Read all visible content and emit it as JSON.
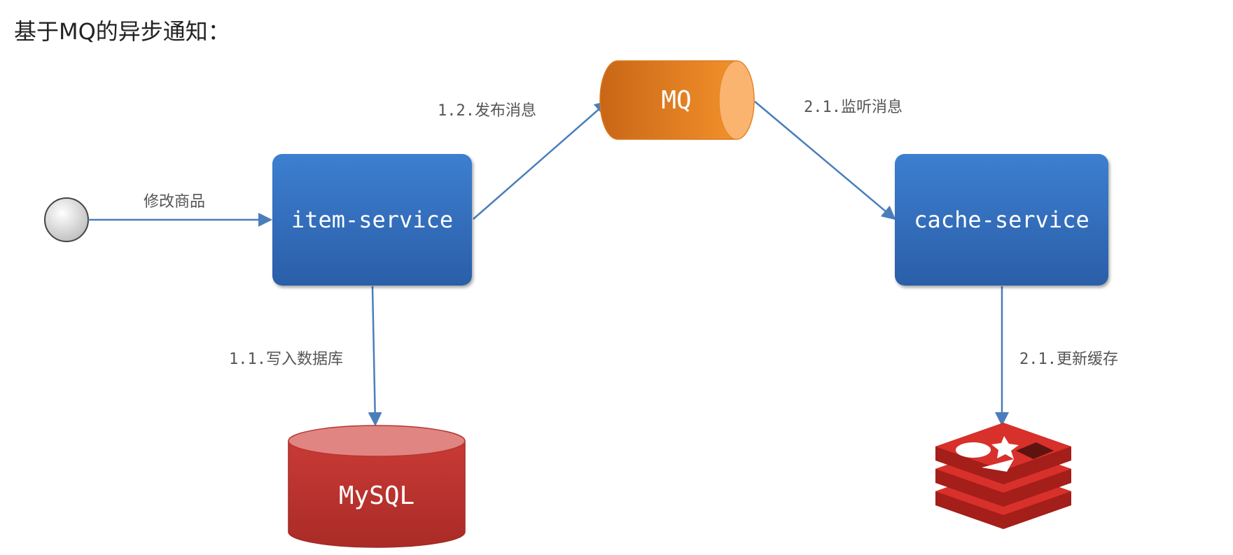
{
  "title": "基于MQ的异步通知：",
  "nodes": {
    "item_service": "item-service",
    "cache_service": "cache-service",
    "mq": "MQ",
    "mysql": "MySQL"
  },
  "edges": {
    "modify": "修改商品",
    "publish": "1.2.发布消息",
    "listen": "2.1.监听消息",
    "write_db": "1.1.写入数据库",
    "update_cache": "2.1.更新缓存"
  },
  "colors": {
    "service": "#2f6bb8",
    "arrow": "#4a7ebb",
    "mq": "#f08a24",
    "mysql": "#c0342f",
    "redis": "#d8302a"
  },
  "icons": {
    "start": "start-node-circle",
    "redis": "redis-logo-icon"
  }
}
